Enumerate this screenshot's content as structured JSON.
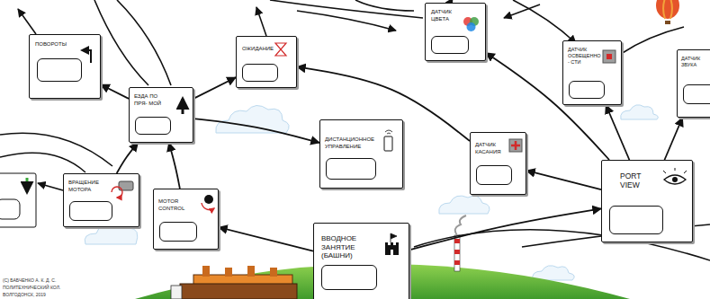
{
  "diagram": {
    "nodes": [
      {
        "text": [
          "ПОВОРОТЫ"
        ]
      },
      {
        "text": [
          "ОЖИДАНИЕ"
        ]
      },
      {
        "text": [
          "ДАТЧИК ЦВЕТА"
        ]
      },
      {
        "text": [
          "ДАТЧИК ОСВЕЩЕННО- СТИ"
        ]
      },
      {
        "text": [
          "ДАТЧИК ЗВУКА"
        ]
      },
      {
        "text": [
          "ЕЗДА ПО ПРЯ- МОЙ"
        ]
      },
      {
        "text": [
          "ДИСТАНЦИОННОЕ УПРАВЛЕНИЕ"
        ]
      },
      {
        "text": [
          "ДАТЧИК КАСАНИЯ"
        ]
      },
      {
        "text": [
          "PORT VIEW"
        ]
      },
      {
        "text": [
          "ВРАЩЕНИЕ МОТОРА"
        ]
      },
      {
        "text": [
          "MOTOR CONTROL"
        ]
      },
      {
        "text": [
          "ВВОДНОЕ ЗАНЯТИЕ (БАШНИ)"
        ]
      }
    ],
    "edges": [
      {
        "from": 11,
        "to": 10,
        "arrow": "to"
      },
      {
        "from": 11,
        "to": 8,
        "arrow": "to"
      },
      {
        "from": 8,
        "to": 7,
        "arrow": "to"
      },
      {
        "from": 8,
        "to": 3,
        "arrow": "to"
      },
      {
        "from": 8,
        "to": 4,
        "arrow": "to"
      },
      {
        "from": 8,
        "to": 2,
        "arrow": "to"
      },
      {
        "from": 7,
        "to": 1,
        "arrow": "to"
      },
      {
        "from": 5,
        "to": 6,
        "arrow": "to"
      },
      {
        "from": 10,
        "to": 5,
        "arrow": "to"
      },
      {
        "from": 9,
        "to": 5,
        "arrow": "to"
      },
      {
        "from": 5,
        "to": 0,
        "arrow": "to"
      },
      {
        "from": 5,
        "to": 1,
        "arrow": "to"
      }
    ],
    "labels": [
      "(С) БАБЧЕНКО А. К. Д. С.",
      "ПОЛИТЕХНИЧЕСКИЙ КОЛ.",
      "ВОЛГОДОНСК, 2019"
    ]
  }
}
